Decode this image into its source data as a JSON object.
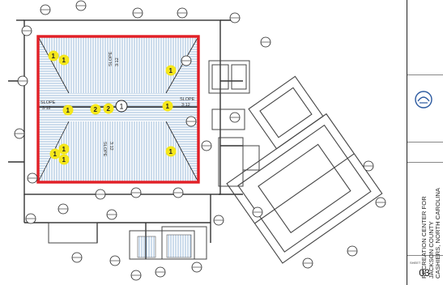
{
  "plan": {
    "slope_label": "SLOPE",
    "slope_value": "3:12",
    "center_marker": "1",
    "markers": [
      "1",
      "1",
      "1",
      "1",
      "2",
      "2",
      "1",
      "1",
      "1",
      "1"
    ]
  },
  "title_block": {
    "project_line1": "RECREATION CENTER FOR",
    "project_line2": "JACKSON COUNTY",
    "project_line3": "CASHIERS, NORTH CAROLINA",
    "sheet_label": "SHEET",
    "sheet_number": "03"
  },
  "colors": {
    "highlight": "#e21f26",
    "marker": "#f5e71a",
    "roof_hatch": "#8fb3d6",
    "linework": "#333333"
  }
}
